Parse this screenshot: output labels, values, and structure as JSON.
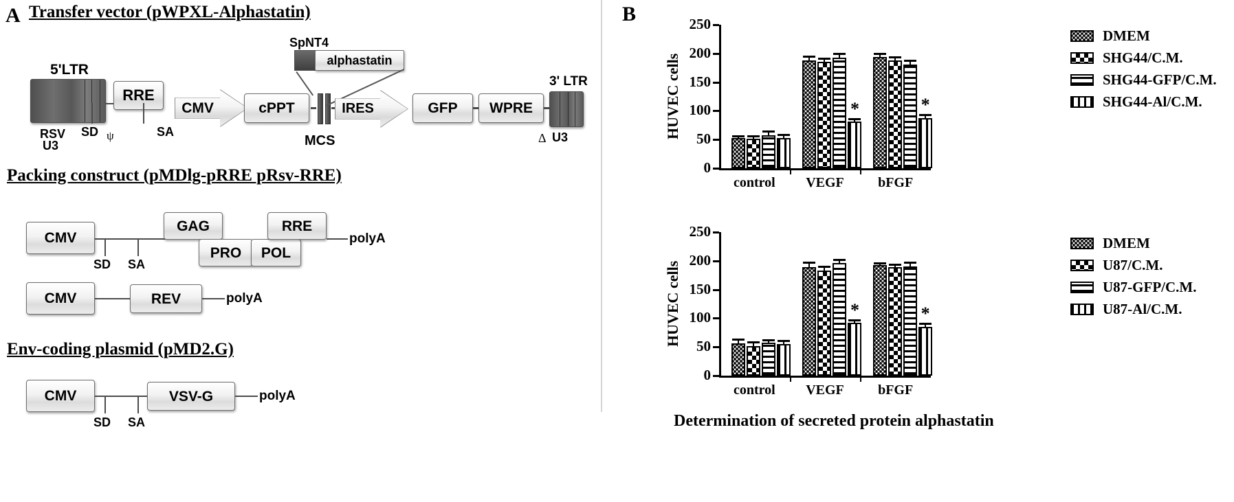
{
  "panels": {
    "a_letter": "A",
    "b_letter": "B"
  },
  "panelA": {
    "sections": [
      {
        "title": "Transfer vector (pWPXL-Alphastatin)"
      },
      {
        "title": "Packing construct (pMDlg-pRRE  pRsv-RRE)"
      },
      {
        "title": "Env-coding plasmid (pMD2.G)"
      }
    ],
    "transfer_vector": {
      "ltr5_label": "5'LTR",
      "ltr3_label": "3' LTR",
      "rsv_label": "RSV",
      "u3_label": "U3",
      "sd_label": "SD",
      "psi_label": "ψ",
      "sa_label": "SA",
      "delta_label": "Δ",
      "u3_right_label": "U3",
      "mcs_label": "MCS",
      "spnt4_label": "SpNT4",
      "alphastatin_label": "alphastatin",
      "elements": [
        {
          "label": "RRE",
          "shape": "box"
        },
        {
          "label": "CMV",
          "shape": "arrow"
        },
        {
          "label": "cPPT",
          "shape": "box"
        },
        {
          "label": "IRES",
          "shape": "arrow"
        },
        {
          "label": "GFP",
          "shape": "box"
        },
        {
          "label": "WPRE",
          "shape": "box"
        }
      ]
    },
    "packing_construct": {
      "row1": [
        {
          "label": "CMV"
        },
        {
          "label": "GAG"
        },
        {
          "label": "PRO"
        },
        {
          "label": "POL"
        },
        {
          "label": "RRE"
        }
      ],
      "row2": [
        {
          "label": "CMV"
        },
        {
          "label": "REV"
        }
      ],
      "sd_label": "SD",
      "sa_label": "SA",
      "polya_label": "polyA"
    },
    "env_plasmid": {
      "elements": [
        {
          "label": "CMV"
        },
        {
          "label": "VSV-G"
        }
      ],
      "sd_label": "SD",
      "sa_label": "SA",
      "polya_label": "polyA"
    }
  },
  "panelB": {
    "caption": "Determination of secreted protein alphastatin",
    "charts": [
      {
        "id": "shg44",
        "legend": [
          {
            "label": "DMEM",
            "pattern": "dots"
          },
          {
            "label": "SHG44/C.M.",
            "pattern": "check"
          },
          {
            "label": "SHG44-GFP/C.M.",
            "pattern": "hstripe"
          },
          {
            "label": "SHG44-Al/C.M.",
            "pattern": "vstripe"
          }
        ]
      },
      {
        "id": "u87",
        "legend": [
          {
            "label": "DMEM",
            "pattern": "dots"
          },
          {
            "label": "U87/C.M.",
            "pattern": "check"
          },
          {
            "label": "U87-GFP/C.M.",
            "pattern": "hstripe"
          },
          {
            "label": "U87-Al/C.M.",
            "pattern": "vstripe"
          }
        ]
      }
    ]
  },
  "chart_data": [
    {
      "type": "bar",
      "id": "shg44",
      "title": "",
      "xlabel": "",
      "ylabel": "HUVEC cells",
      "ylim": [
        0,
        250
      ],
      "yticks": [
        0,
        50,
        100,
        150,
        200,
        250
      ],
      "ytick_labels": [
        "0",
        "50",
        "100",
        "150",
        "200",
        "250"
      ],
      "grid": false,
      "legend_position": "right",
      "categories": [
        "control",
        "VEGF",
        "bFGF"
      ],
      "series": [
        {
          "name": "DMEM",
          "pattern": "dots",
          "values": [
            53,
            188,
            194
          ],
          "errors": [
            5,
            8,
            7
          ]
        },
        {
          "name": "SHG44/C.M.",
          "pattern": "check",
          "values": [
            52,
            185,
            188
          ],
          "errors": [
            5,
            7,
            7
          ]
        },
        {
          "name": "SHG44-GFP/C.M.",
          "pattern": "hstripe",
          "values": [
            58,
            193,
            181
          ],
          "errors": [
            8,
            8,
            8
          ]
        },
        {
          "name": "SHG44-Al/C.M.",
          "pattern": "vstripe",
          "values": [
            53,
            81,
            87
          ],
          "errors": [
            7,
            6,
            8
          ]
        }
      ],
      "annotations": [
        {
          "text": "*",
          "category": "VEGF",
          "series": "SHG44-Al/C.M."
        },
        {
          "text": "*",
          "category": "bFGF",
          "series": "SHG44-Al/C.M."
        }
      ]
    },
    {
      "type": "bar",
      "id": "u87",
      "title": "",
      "xlabel": "",
      "ylabel": "HUVEC cells",
      "ylim": [
        0,
        250
      ],
      "yticks": [
        0,
        50,
        100,
        150,
        200,
        250
      ],
      "ytick_labels": [
        "0",
        "50",
        "100",
        "150",
        "200",
        "250"
      ],
      "grid": false,
      "legend_position": "right",
      "categories": [
        "control",
        "VEGF",
        "bFGF"
      ],
      "series": [
        {
          "name": "DMEM",
          "pattern": "dots",
          "values": [
            56,
            189,
            192
          ],
          "errors": [
            8,
            9,
            5
          ]
        },
        {
          "name": "U87/C.M.",
          "pattern": "check",
          "values": [
            52,
            183,
            189
          ],
          "errors": [
            8,
            8,
            6
          ]
        },
        {
          "name": "U87-GFP/C.M.",
          "pattern": "hstripe",
          "values": [
            57,
            196,
            190
          ],
          "errors": [
            6,
            7,
            9
          ]
        },
        {
          "name": "U87-Al/C.M.",
          "pattern": "vstripe",
          "values": [
            55,
            92,
            85
          ],
          "errors": [
            7,
            6,
            7
          ]
        }
      ],
      "annotations": [
        {
          "text": "*",
          "category": "VEGF",
          "series": "U87-Al/C.M."
        },
        {
          "text": "*",
          "category": "bFGF",
          "series": "U87-Al/C.M."
        }
      ]
    }
  ]
}
